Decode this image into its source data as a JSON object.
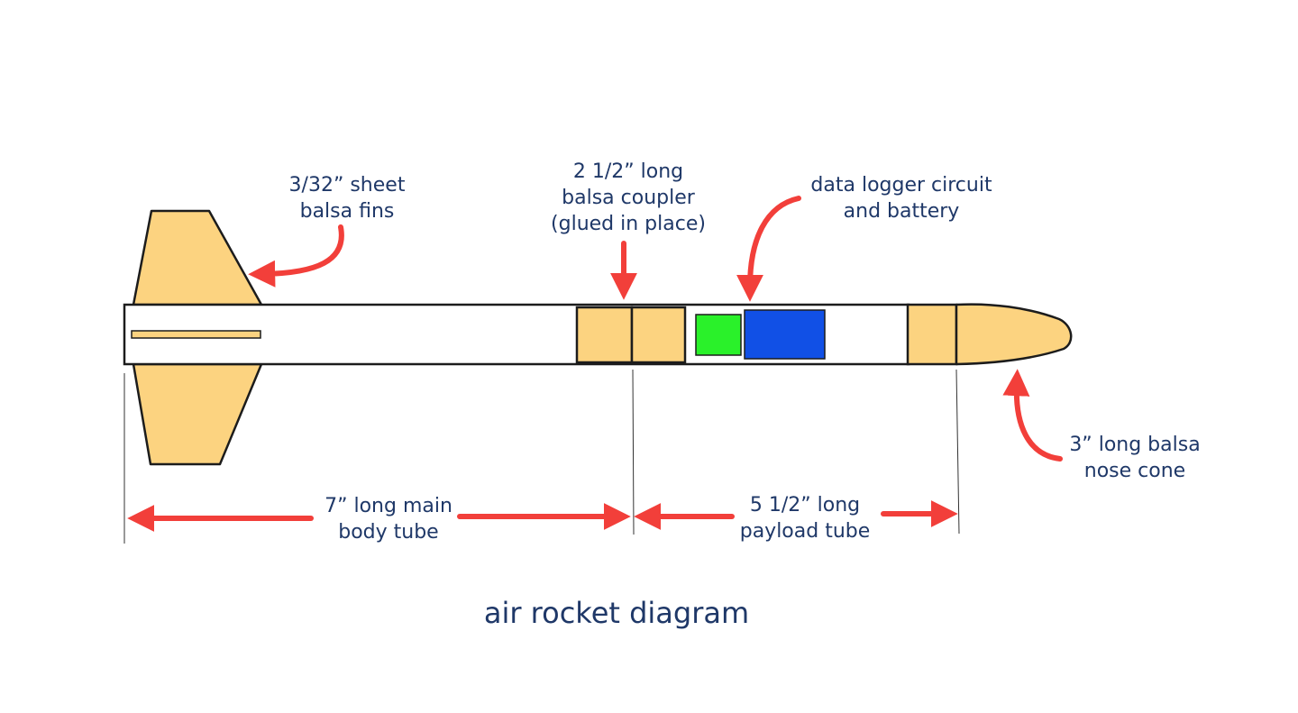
{
  "diagram": {
    "title": "air rocket diagram",
    "colors": {
      "balsa": "#fcd380",
      "outline": "#1c1c1c",
      "arrow": "#f23f3a",
      "text": "#1f3868",
      "circuit": "#2af12a",
      "battery": "#1150e6"
    },
    "labels": {
      "fins": [
        "3/32” sheet",
        "balsa fins"
      ],
      "coupler": [
        "2 1/2” long",
        "balsa coupler",
        "(glued in place)"
      ],
      "logger": [
        "data logger circuit",
        "and battery"
      ],
      "nose": [
        "3” long balsa",
        "nose cone"
      ],
      "body": [
        "7” long main",
        "body tube"
      ],
      "payload": [
        "5 1/2” long",
        "payload tube"
      ]
    }
  }
}
